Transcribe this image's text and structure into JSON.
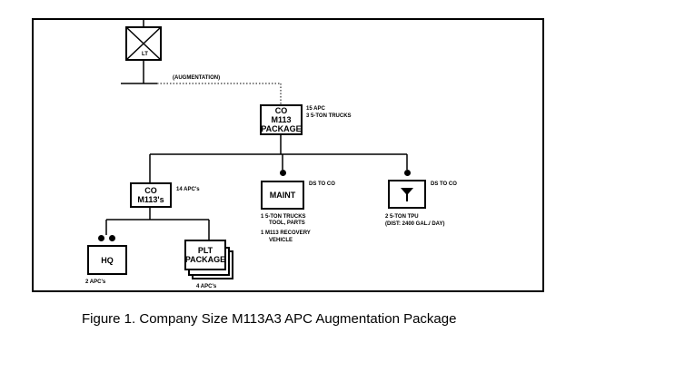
{
  "unit_symbol": {
    "label": "LT",
    "icon": "crossed-box-unit-symbol-icon"
  },
  "augmentation_label": "(AUGMENTATION)",
  "co_package": {
    "title_lines": [
      "CO",
      "M113",
      "PACKAGE"
    ],
    "note_lines": [
      "15 APC",
      "3 5-TON TRUCKS"
    ]
  },
  "co_m113": {
    "title_lines": [
      "CO",
      "M113's"
    ],
    "note": "14 APC's"
  },
  "maint": {
    "title": "MAINT",
    "note": "DS TO CO",
    "items": [
      "1 5-TON TRUCKS",
      "TOOL, PARTS",
      "1 M113 RECOVERY",
      "VEHICLE"
    ]
  },
  "fuel": {
    "icon": "fuel-funnel-icon",
    "note": "DS TO CO",
    "items": [
      "2 5-TON TPU",
      "(DIST: 2400 GAL./ DAY)"
    ]
  },
  "hq": {
    "title": "HQ",
    "note": "2 APC's"
  },
  "plt": {
    "title_lines": [
      "PLT",
      "PACKAGE"
    ],
    "note": "4 APC's"
  },
  "caption": "Figure 1.  Company Size M113A3 APC Augmentation Package"
}
